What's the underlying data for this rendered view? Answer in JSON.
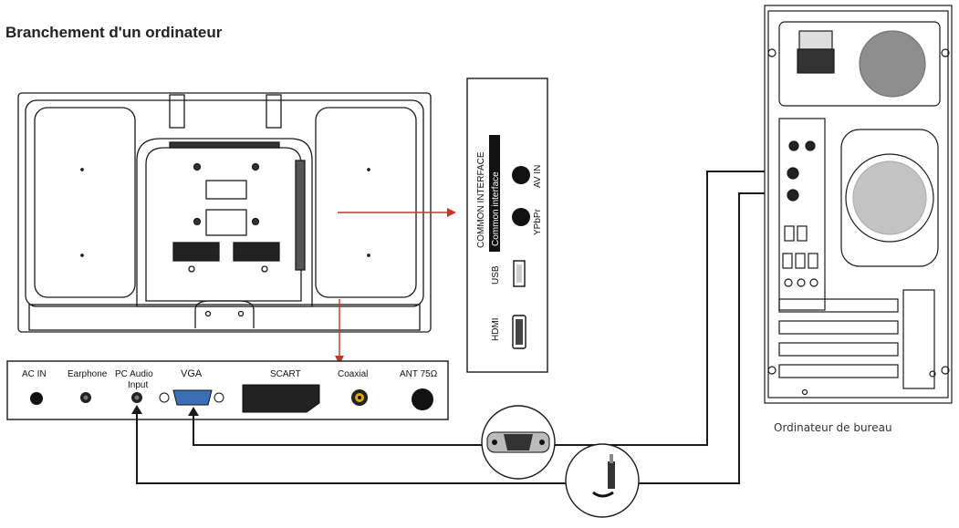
{
  "title": "Branchement d'un ordinateur",
  "pc_caption": "Ordinateur de bureau",
  "side_panel": {
    "common_interface": "COMMON INTERFACE",
    "common_interface_sub": "Common interface",
    "av_in": "AV IN",
    "ypbpr": "YPbPr",
    "usb": "USB",
    "hdmi": "HDMI"
  },
  "bottom_panel": {
    "ac_in": "AC IN",
    "earphone": "Earphone",
    "pc_audio_1": "PC Audio",
    "pc_audio_2": "Input",
    "vga": "VGA",
    "scart": "SCART",
    "coaxial": "Coaxial",
    "ant": "ANT 75Ω"
  },
  "colors": {
    "arrow_red": "#c0392b",
    "line": "#1a1a1a",
    "panel_bg": "#ffffff",
    "vga_blue": "#3a6fb5"
  }
}
